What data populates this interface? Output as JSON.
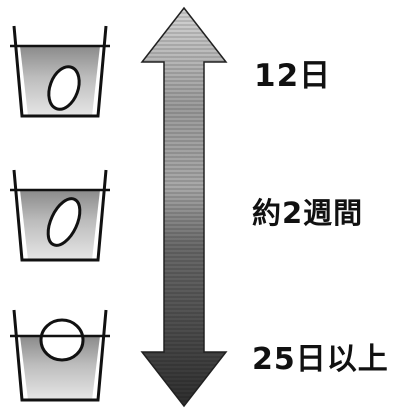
{
  "labels": {
    "top": "12日",
    "middle": "約2週間",
    "bottom": "25日以上"
  },
  "colors": {
    "arrow_light": "#cfcfcf",
    "arrow_dark": "#3a3a3a",
    "water": "#c9c9c9",
    "outline": "#111111"
  }
}
